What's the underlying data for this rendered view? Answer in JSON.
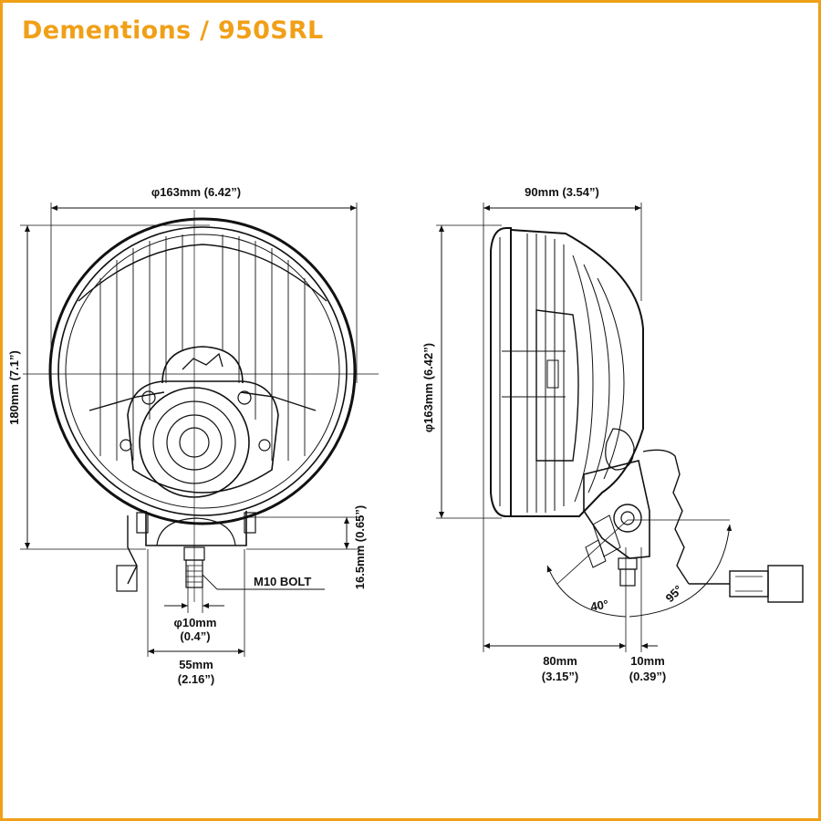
{
  "title": "Dementions / 950SRL",
  "colors": {
    "accent": "#f0a018",
    "line": "#111111",
    "frame": "#f0a018"
  },
  "front_view": {
    "width_label": "φ163mm (6.42”)",
    "height_label": "180mm (7.1”)",
    "bracket_height_label": "16.5mm (0.65”)",
    "bolt_label": "M10 BOLT",
    "bolt_dia_label_1": "φ10mm",
    "bolt_dia_label_2": "(0.4”)",
    "base_width_label_1": "55mm",
    "base_width_label_2": "(2.16”)"
  },
  "side_view": {
    "depth_label": "90mm (3.54”)",
    "diameter_label": "φ163mm (6.42”)",
    "base_depth_label_1": "80mm",
    "base_depth_label_2": "(3.15”)",
    "offset_label_1": "10mm",
    "offset_label_2": "(0.39”)",
    "tilt_angle_1": "40°",
    "tilt_angle_2": "95°"
  }
}
